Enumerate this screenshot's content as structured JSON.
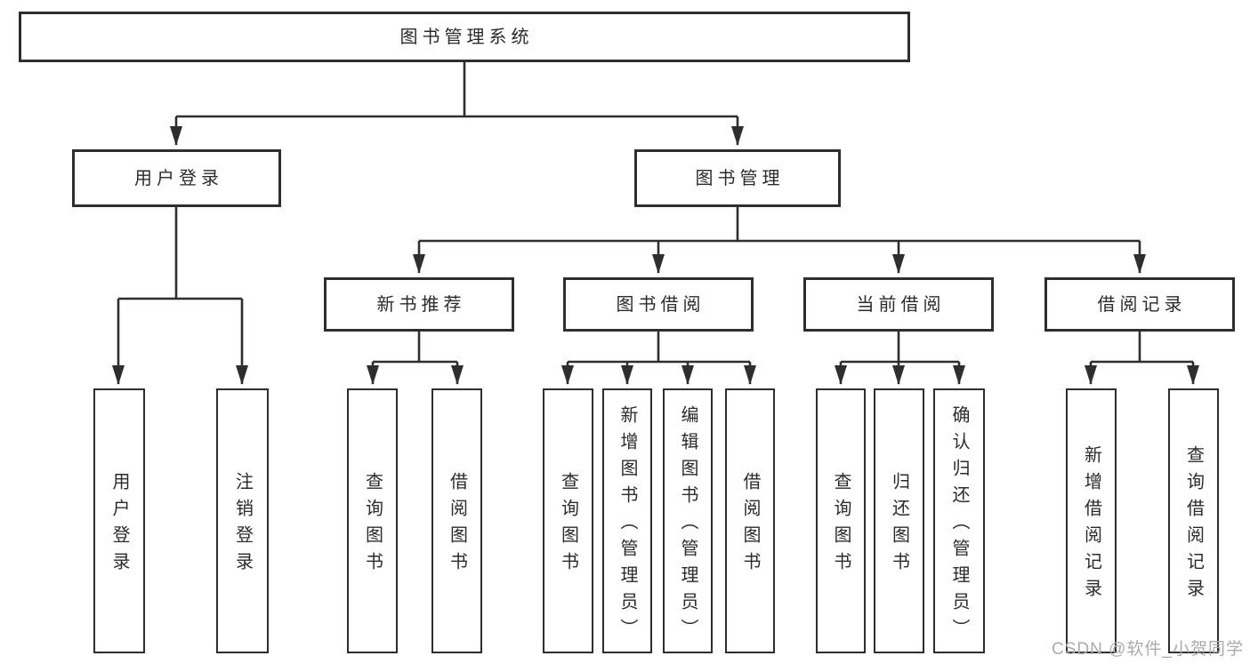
{
  "diagram_type": "hierarchy-tree",
  "colors": {
    "line": "#2e2e2e",
    "box_border": "#2e2e2e",
    "box_background": "#ffffff",
    "text": "#2b2b2b",
    "watermark": "#ababab",
    "page_background": "#ffffff"
  },
  "nodes": {
    "root": "图书管理系统",
    "user_login": "用户登录",
    "book_mgmt": "图书管理",
    "new_book_rec": "新书推荐",
    "book_borrow": "图书借阅",
    "current_borrow": "当前借阅",
    "borrow_records": "借阅记录",
    "leaf_user_login": "用户登录",
    "leaf_logout": "注销登录",
    "leaf_rec_query_book": "查询图书",
    "leaf_rec_borrow_book": "借阅图书",
    "leaf_bb_query_book": "查询图书",
    "leaf_bb_add_book": "新增图书（管理员）",
    "leaf_bb_edit_book": "编辑图书（管理员）",
    "leaf_bb_borrow_book": "借阅图书",
    "leaf_cb_query_book": "查询图书",
    "leaf_cb_return_book": "归还图书",
    "leaf_cb_confirm_return": "确认归还（管理员）",
    "leaf_br_add_record": "新增借阅记录",
    "leaf_br_query_record": "查询借阅记录"
  },
  "tree": {
    "root": "图书管理系统",
    "children": [
      {
        "label": "用户登录",
        "children": [
          "用户登录",
          "注销登录"
        ]
      },
      {
        "label": "图书管理",
        "children": [
          {
            "label": "新书推荐",
            "children": [
              "查询图书",
              "借阅图书"
            ]
          },
          {
            "label": "图书借阅",
            "children": [
              "查询图书",
              "新增图书（管理员）",
              "编辑图书（管理员）",
              "借阅图书"
            ]
          },
          {
            "label": "当前借阅",
            "children": [
              "查询图书",
              "归还图书",
              "确认归还（管理员）"
            ]
          },
          {
            "label": "借阅记录",
            "children": [
              "新增借阅记录",
              "查询借阅记录"
            ]
          }
        ]
      }
    ]
  },
  "watermark": "CSDN @软件_小贺同学"
}
